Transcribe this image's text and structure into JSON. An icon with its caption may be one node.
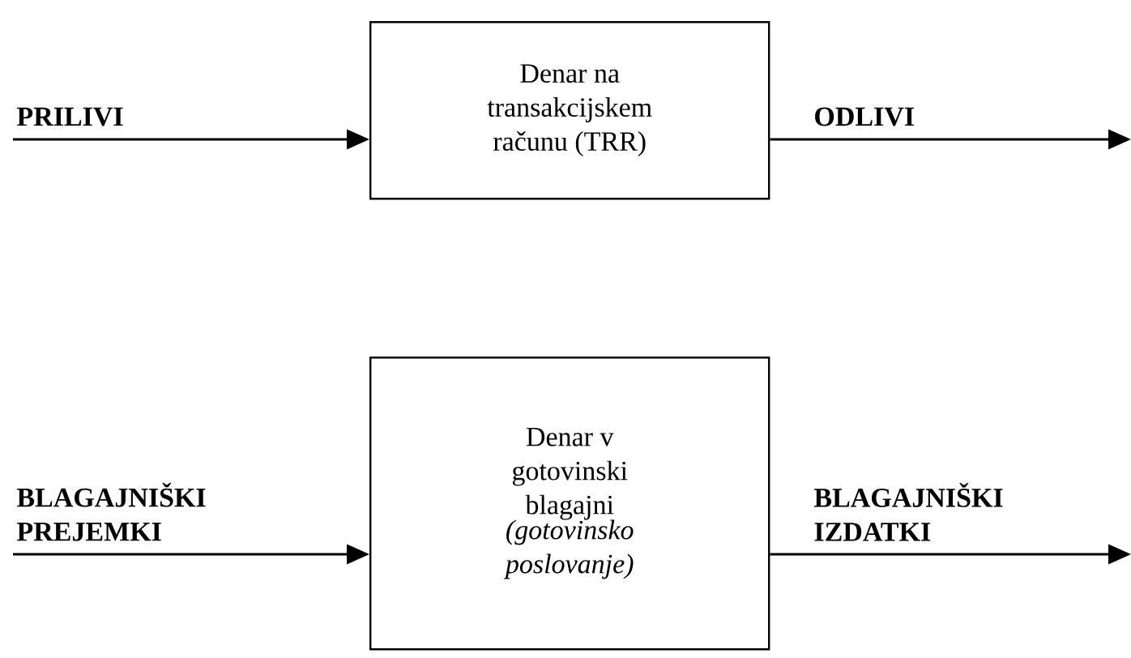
{
  "diagram": {
    "nodes": [
      {
        "text": [
          "Denar na transakcijskem računu (TRR)"
        ]
      },
      {
        "text": [
          "Denar v gotovinski blagajni",
          "(gotovinsko poslovanje)"
        ]
      }
    ],
    "edges": [
      {
        "from": null,
        "to": 0,
        "arrow": "to",
        "label": "PRILIVI"
      },
      {
        "from": 0,
        "to": null,
        "arrow": "to",
        "label": "ODLIVI"
      },
      {
        "from": null,
        "to": 1,
        "arrow": "to",
        "label": "BLAGAJNIŠKI PREJEMKI"
      },
      {
        "from": 1,
        "to": null,
        "arrow": "to",
        "label": "BLAGAJNIŠKI IZDATKI"
      }
    ]
  }
}
